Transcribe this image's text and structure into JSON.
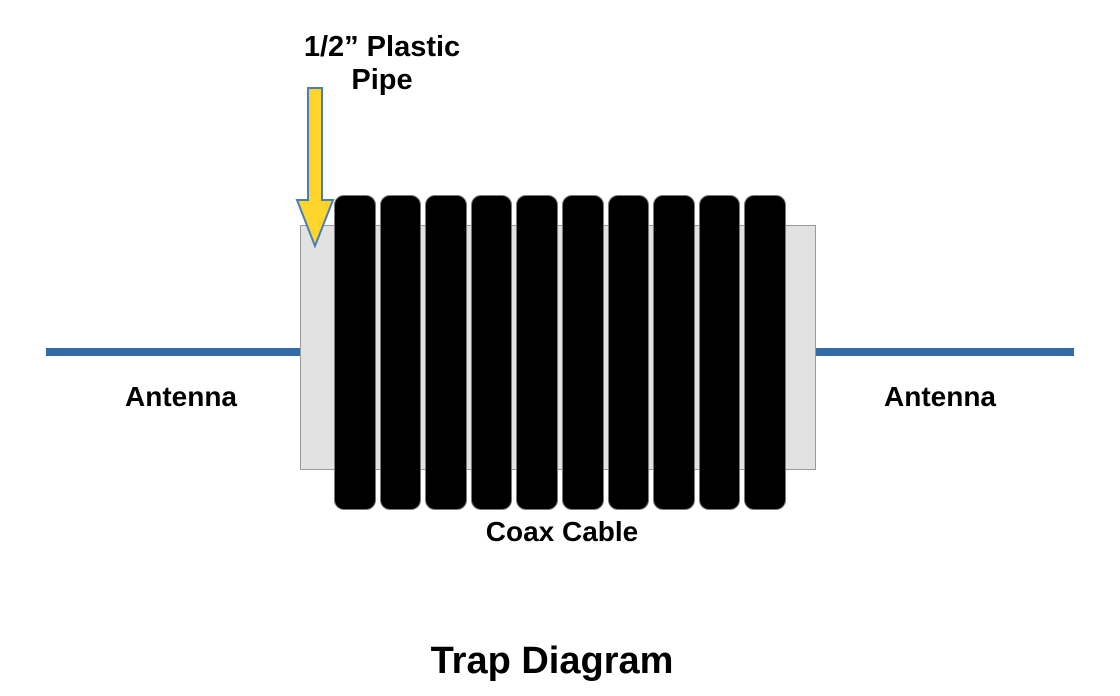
{
  "title": "Trap Diagram",
  "labels": {
    "pipe_line1": "1/2” Plastic",
    "pipe_line2": "Pipe",
    "antenna_left": "Antenna",
    "antenna_right": "Antenna",
    "coax": "Coax Cable"
  },
  "coil": {
    "turns": 10
  },
  "colors": {
    "background": "#FFFFFF",
    "antenna_wire": "#316CA8",
    "pipe_fill": "#E2E2E2",
    "pipe_border": "#9A9A9A",
    "coil": "#000000",
    "coil_border": "#7A7A7A",
    "arrow_fill": "#FFD42B",
    "arrow_stroke": "#4A7EBB",
    "text": "#000000"
  }
}
